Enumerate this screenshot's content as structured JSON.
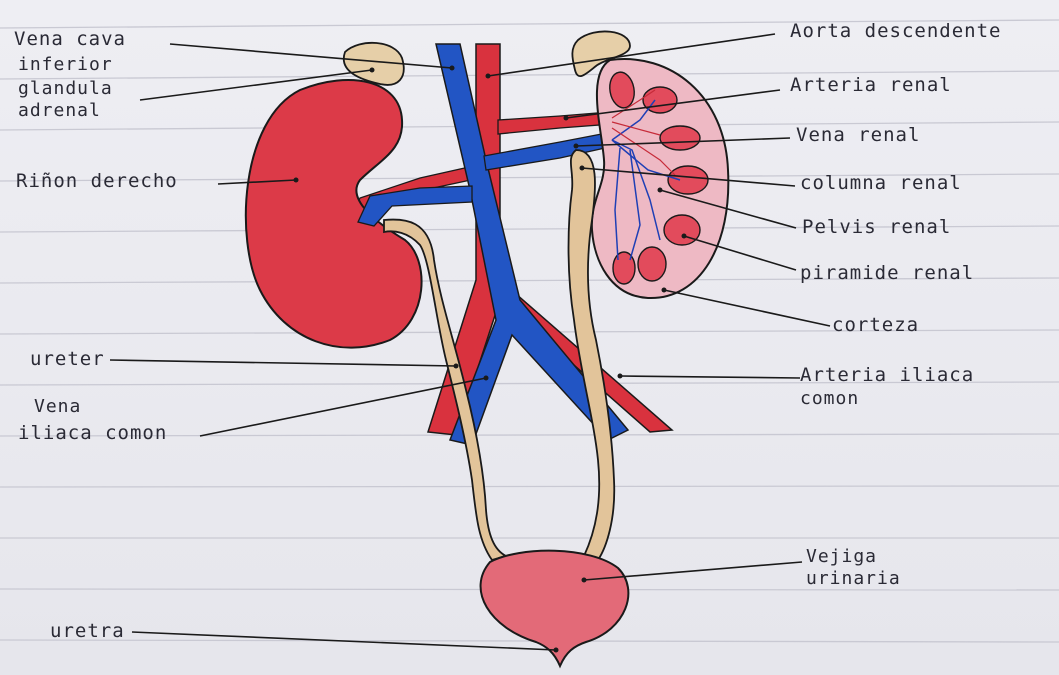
{
  "labels": {
    "vena_cava_1": "Vena cava",
    "vena_cava_2": "inferior",
    "glandula_1": "glandula",
    "glandula_2": "adrenal",
    "rinon": "Riñon derecho",
    "aorta": "Aorta descendente",
    "arteria_renal": "Arteria renal",
    "vena_renal": "Vena renal",
    "columna_renal": "columna renal",
    "pelvis_renal": "Pelvis renal",
    "piramide_renal": "piramide renal",
    "corteza": "corteza",
    "ureter": "ureter",
    "vena_iliaca_1": "Vena",
    "vena_iliaca_2": "iliaca comon",
    "arteria_iliaca_1": "Arteria iliaca",
    "arteria_iliaca_2": "comon",
    "vejiga_1": "Vejiga",
    "vejiga_2": "urinaria",
    "uretra": "uretra"
  },
  "colors": {
    "paper": "#ebebf0",
    "rule_line": "#c9c9d3",
    "artery_red": "#d9323e",
    "vein_blue": "#2255c4",
    "ureter_tan": "#e2c49a",
    "adrenal_tan": "#e6cfa8",
    "kidney_section_pink": "#eeb9c4",
    "bladder_pink": "#e36a78",
    "ink": "#1a1a1a"
  }
}
